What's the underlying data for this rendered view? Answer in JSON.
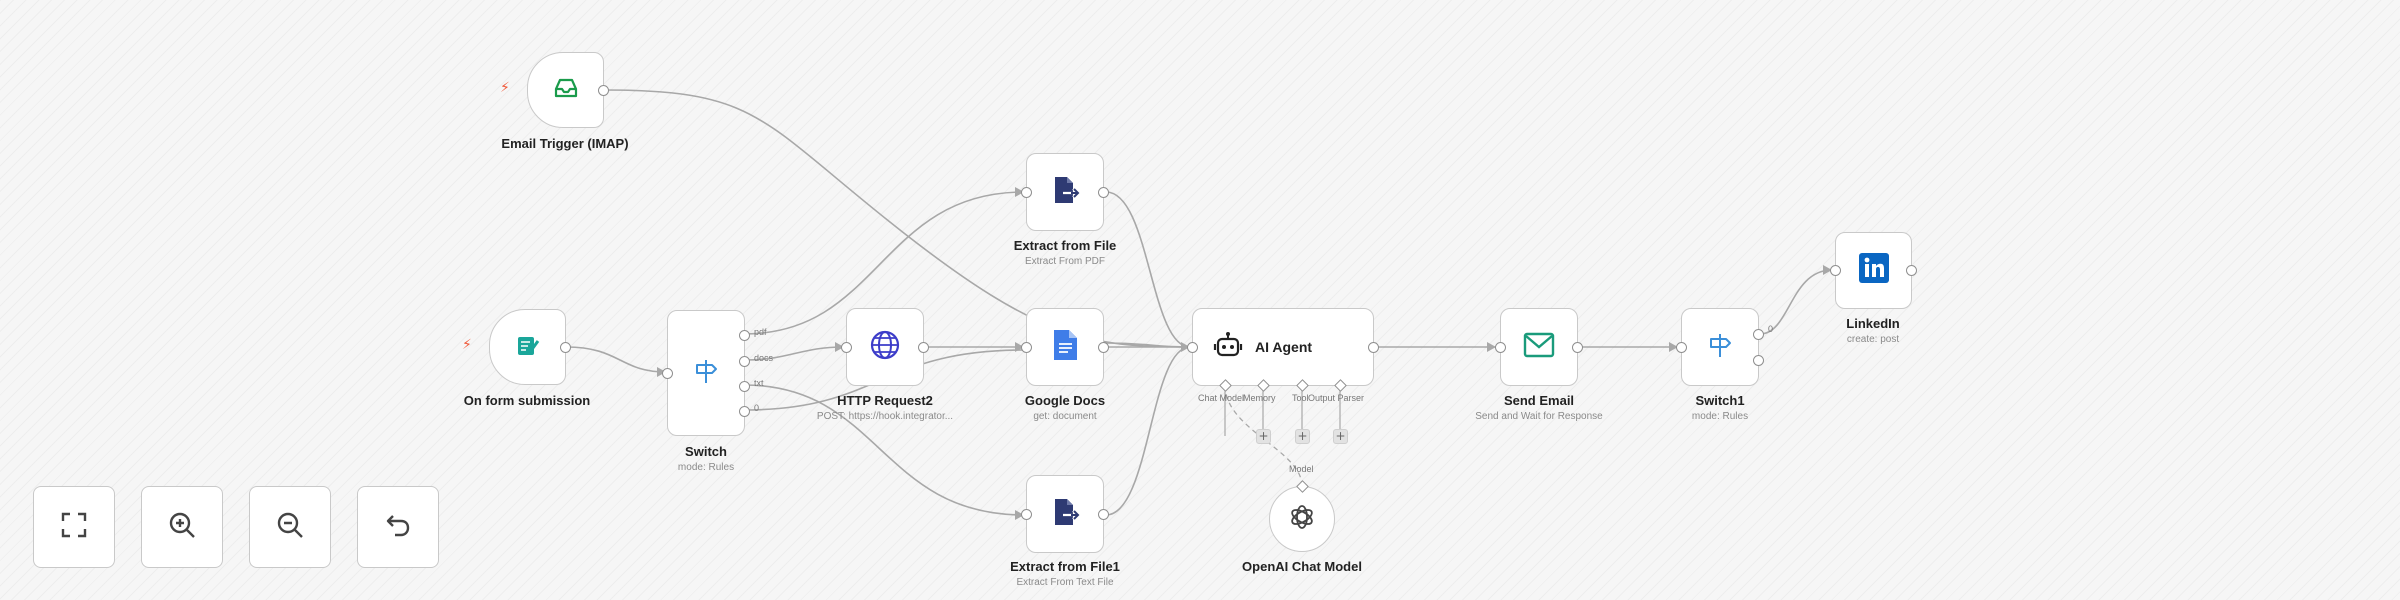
{
  "canvas": {
    "nodes": {
      "email_trigger": {
        "title": "Email Trigger (IMAP)",
        "icon": "inbox-icon",
        "color": "#1a9b4b"
      },
      "form_submission": {
        "title": "On form submission",
        "icon": "form-icon",
        "color": "#1aa69a"
      },
      "switch": {
        "title": "Switch",
        "subtitle": "mode: Rules",
        "icon": "signpost-icon",
        "color": "#3b8fd9",
        "outputs": [
          "pdf",
          "docs",
          "txt",
          "0"
        ]
      },
      "http_request": {
        "title": "HTTP Request2",
        "subtitle": "POST: https://hook.integrator...",
        "icon": "globe-icon",
        "color": "#3d3dc9"
      },
      "extract_file": {
        "title": "Extract from File",
        "subtitle": "Extract From PDF",
        "icon": "file-export-icon",
        "color": "#2e3a73"
      },
      "google_docs": {
        "title": "Google Docs",
        "subtitle": "get: document",
        "icon": "google-docs-icon",
        "color": "#3f7de8"
      },
      "extract_file1": {
        "title": "Extract from File1",
        "subtitle": "Extract From Text File",
        "icon": "file-export-icon",
        "color": "#2e3a73"
      },
      "ai_agent": {
        "title": "AI Agent",
        "icon": "robot-icon",
        "ports": [
          "Chat Model",
          "Memory",
          "Tool",
          "Output Parser"
        ]
      },
      "openai": {
        "title": "OpenAI Chat Model",
        "port_label": "Model",
        "icon": "openai-icon"
      },
      "send_email": {
        "title": "Send Email",
        "subtitle": "Send and Wait for Response",
        "icon": "mail-icon",
        "color": "#1a9b7b"
      },
      "switch1": {
        "title": "Switch1",
        "subtitle": "mode: Rules",
        "icon": "signpost-icon",
        "color": "#3b8fd9",
        "outputs": [
          "0"
        ]
      },
      "linkedin": {
        "title": "LinkedIn",
        "subtitle": "create: post",
        "icon": "linkedin-icon",
        "color": "#0a66c2"
      }
    },
    "plus_label": "+",
    "trigger_mark": "⚡"
  },
  "controls": [
    {
      "name": "fit-view-button",
      "icon": "fullscreen-icon"
    },
    {
      "name": "zoom-in-button",
      "icon": "zoom-in-icon"
    },
    {
      "name": "zoom-out-button",
      "icon": "zoom-out-icon"
    },
    {
      "name": "undo-button",
      "icon": "undo-icon"
    }
  ],
  "colors": {
    "edge": "#a8a8a8",
    "node_border": "#c9c9c9",
    "accent": "#ef5a3b"
  }
}
